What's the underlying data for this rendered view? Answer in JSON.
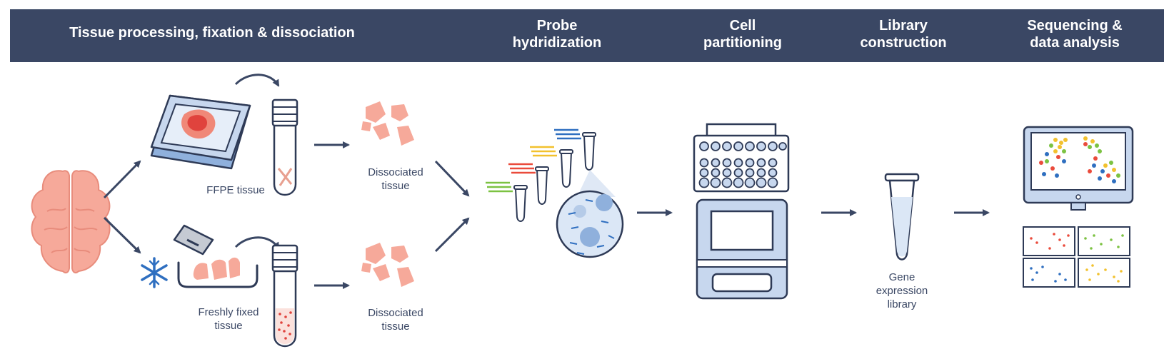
{
  "header": {
    "stage1": "Tissue processing, fixation & dissociation",
    "stage2": [
      "Probe",
      "hydridization"
    ],
    "stage3": [
      "Cell",
      "partitioning"
    ],
    "stage4": [
      "Library",
      "construction"
    ],
    "stage5": [
      "Sequencing &",
      "data analysis"
    ]
  },
  "labels": {
    "ffpe": "FFPE tissue",
    "fresh": [
      "Freshly fixed",
      "tissue"
    ],
    "dissociated_top": [
      "Dissociated",
      "tissue"
    ],
    "dissociated_bottom": [
      "Dissociated",
      "tissue"
    ],
    "library": [
      "Gene",
      "expression",
      "library"
    ]
  },
  "colors": {
    "navy": "#3a4764",
    "outline": "#2e3a56",
    "tissue_pink": "#f6a99a",
    "tissue_red": "#e0433d",
    "light_blue": "#c7d7ee",
    "mid_blue": "#8fb0dc",
    "snowflake": "#2f6fc0",
    "probe_green": "#7cc242",
    "probe_red": "#ea4b3c",
    "probe_yellow": "#f2c12e",
    "probe_blue": "#2f6fc0"
  },
  "icons": [
    "brain-icon",
    "ffpe-slide-icon",
    "razor-blade-icon",
    "snowflake-icon",
    "tissue-tube-icon",
    "dissociated-cells-icon",
    "probe-tubes-icon",
    "cell-sphere-icon",
    "partitioning-instrument-icon",
    "library-tube-icon",
    "monitor-icon",
    "cluster-panels-icon"
  ]
}
